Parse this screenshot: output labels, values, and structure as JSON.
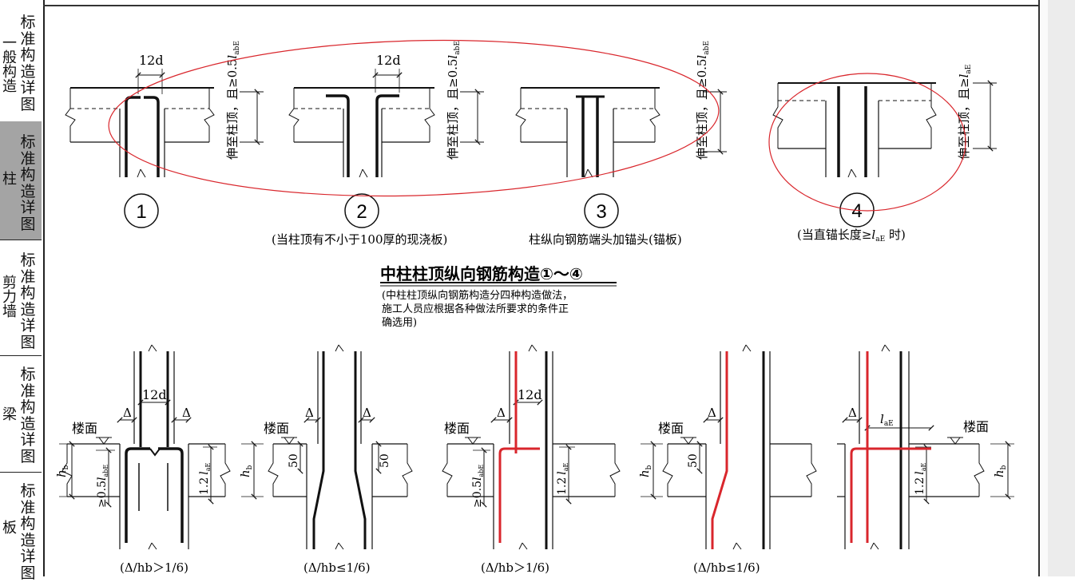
{
  "sidebar": {
    "sections": [
      {
        "chars": [
          "标",
          "准",
          "构",
          "造",
          "详",
          "图"
        ],
        "side": [
          "一",
          "般",
          "构",
          "造"
        ],
        "active": false
      },
      {
        "chars": [
          "标",
          "准",
          "构",
          "造",
          "详",
          "图"
        ],
        "side": [
          "柱"
        ],
        "active": true
      },
      {
        "chars": [
          "标",
          "准",
          "构",
          "造",
          "详",
          "图"
        ],
        "side": [
          "剪",
          "力",
          "墙"
        ],
        "active": false
      },
      {
        "chars": [
          "标",
          "准",
          "构",
          "造",
          "详",
          "图"
        ],
        "side": [
          "梁"
        ],
        "active": false
      },
      {
        "chars": [
          "标",
          "准",
          "构",
          "造",
          "详",
          "图"
        ],
        "side": [
          "板"
        ],
        "active": false
      }
    ]
  },
  "top": {
    "dim_12d": "12d",
    "note_extend": "伸至柱顶，且≥0.5",
    "note_extend_sym": "l",
    "note_extend_sub": "abE",
    "note_extend4": "伸至柱顶，且≥",
    "note_extend4_sub": "aE",
    "numbers": [
      "1",
      "2",
      "3",
      "4"
    ],
    "caption2": "(当柱顶有不小于100厚的现浇板)",
    "caption3": "柱纵向钢筋端头加锚头(锚板)",
    "caption4_pre": "(当直锚长度≥",
    "caption4_sub": "aE",
    "caption4_post": " 时)"
  },
  "title": {
    "heading": "中柱柱顶纵向钢筋构造①～④",
    "note_lines": [
      "(中柱柱顶纵向钢筋构造分四种构造做法，",
      "施工人员应根据各种做法所要求的条件正",
      "确选用)"
    ]
  },
  "bottom": {
    "floor": "楼面",
    "delta": "Δ",
    "hb": "h",
    "hb_sub": "b",
    "dim_50": "50",
    "dim_12d": "12d",
    "lae": "l",
    "lae_sub": "aE",
    "anch1": "≥0.5",
    "anch1_sub": "abE",
    "anch2": "1.2",
    "captions": [
      "(Δ/hb＞1/6)",
      "(Δ/hb≤1/6)",
      "(Δ/hb＞1/6)",
      "(Δ/hb≤1/6)"
    ]
  },
  "colors": {
    "line": "#111111",
    "ellipse": "#d9262c",
    "rebar_red": "#d9262c",
    "active_tab": "#a4a4a4"
  }
}
